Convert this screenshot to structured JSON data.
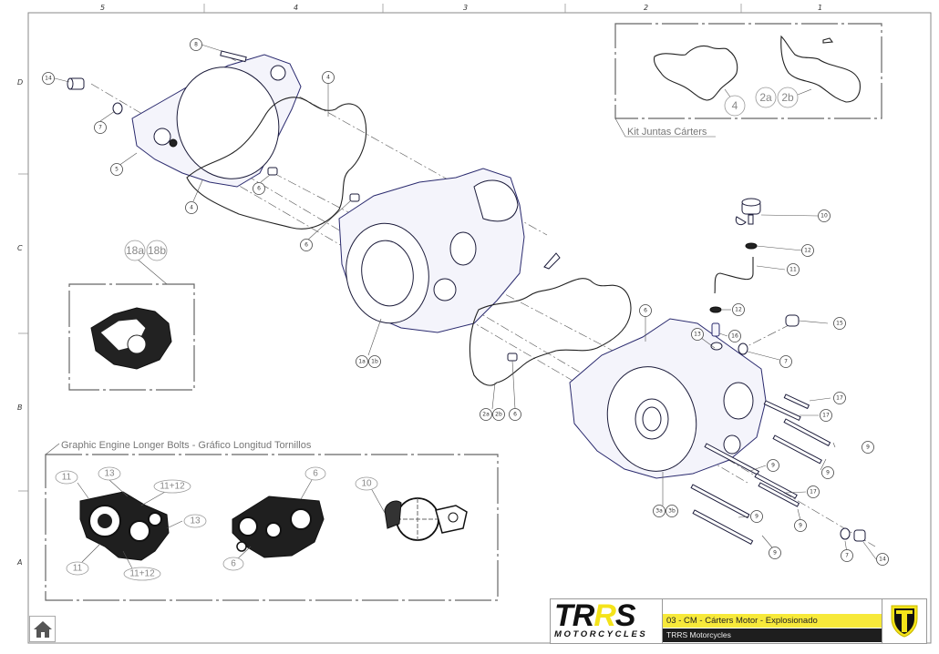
{
  "sheet": {
    "column_labels": [
      "5",
      "4",
      "3",
      "2",
      "1"
    ],
    "row_labels": [
      "D",
      "C",
      "B",
      "A"
    ]
  },
  "insets": {
    "gasket_kit": {
      "title": "Kit Juntas Cárters",
      "balloons": [
        "4",
        "2a",
        "2b"
      ]
    },
    "crankcase_assembly": {
      "balloons": [
        "18a",
        "18b"
      ]
    },
    "longer_bolts": {
      "title": "Graphic Engine Longer Bolts - Gráfico Longitud Tornillos",
      "balloons": [
        "11",
        "13",
        "11+12",
        "13",
        "11",
        "11+12",
        "6",
        "6",
        "10"
      ]
    }
  },
  "callouts": {
    "c8": "8",
    "c14a": "14",
    "c7a": "7",
    "c5": "5",
    "c4a": "4",
    "c4b": "4",
    "c6a": "6",
    "c6b": "6",
    "c1a": "1a",
    "c1b": "1b",
    "c2a": "2a",
    "c2b": "2b",
    "c6c": "6",
    "c6d": "6",
    "c3a": "3a",
    "c3b": "3b",
    "c10": "10",
    "c12a": "12",
    "c11": "11",
    "c12b": "12",
    "c13": "13",
    "c16": "16",
    "c15": "15",
    "c7b": "7",
    "c17a": "17",
    "c17b": "17",
    "c9a": "9",
    "c9b": "9",
    "c9c": "9",
    "c17c": "17",
    "c9d": "9",
    "c9e": "9",
    "c9f": "9",
    "c7c": "7",
    "c14b": "14"
  },
  "title_block": {
    "brand": "TRRS",
    "brand_sub": "MOTORCYCLES",
    "drawing_title": "03 - CM - Cárters Motor - Explosionado",
    "company": "TRRS Motorcycles",
    "brand_yellow": "#f7e93a",
    "brand_black": "#1e1e1e"
  },
  "navigation": {
    "home_icon": "home-icon"
  }
}
